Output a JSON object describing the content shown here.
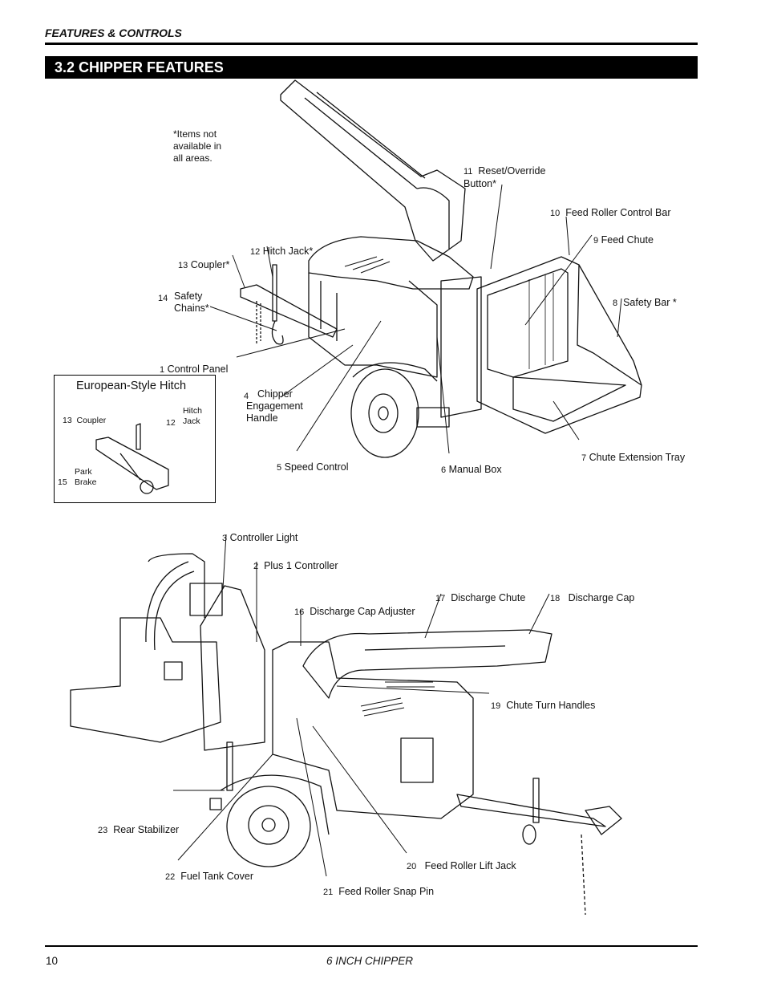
{
  "header": {
    "section": "FEATURES & CONTROLS"
  },
  "section_title": "3.2  CHIPPER FEATURES",
  "note": "*Items not\navailable in\nall areas.",
  "inset": {
    "title": "European-Style Hitch",
    "callouts": [
      {
        "num": "13",
        "label": "Coupler"
      },
      {
        "num": "12",
        "label": "Hitch\nJack"
      },
      {
        "num": "15",
        "label": "Park\nBrake"
      }
    ]
  },
  "callouts_top": [
    {
      "num": "11",
      "label": "Reset/Override\nButton*"
    },
    {
      "num": "10",
      "label": "Feed Roller Control Bar"
    },
    {
      "num": "9",
      "label": "Feed Chute"
    },
    {
      "num": "12",
      "label": "Hitch Jack*"
    },
    {
      "num": "13",
      "label": "Coupler*"
    },
    {
      "num": "14",
      "label": "Safety\nChains*"
    },
    {
      "num": "8",
      "label": "Safety Bar *"
    },
    {
      "num": "1",
      "label": "Control Panel"
    },
    {
      "num": "4",
      "label": "Chipper\nEngagement\nHandle"
    },
    {
      "num": "5",
      "label": "Speed Control"
    },
    {
      "num": "6",
      "label": "Manual Box"
    },
    {
      "num": "7",
      "label": "Chute Extension Tray"
    }
  ],
  "callouts_bottom": [
    {
      "num": "3",
      "label": "Controller Light"
    },
    {
      "num": "2",
      "label": "Plus 1 Controller"
    },
    {
      "num": "17",
      "label": "Discharge Chute"
    },
    {
      "num": "18",
      "label": "Discharge Cap"
    },
    {
      "num": "16",
      "label": "Discharge Cap Adjuster"
    },
    {
      "num": "19",
      "label": "Chute Turn Handles"
    },
    {
      "num": "23",
      "label": "Rear Stabilizer"
    },
    {
      "num": "20",
      "label": "Feed Roller Lift Jack"
    },
    {
      "num": "22",
      "label": "Fuel Tank Cover"
    },
    {
      "num": "21",
      "label": "Feed Roller Snap Pin"
    }
  ],
  "footer": {
    "page": "10",
    "title": "6 INCH CHIPPER"
  }
}
